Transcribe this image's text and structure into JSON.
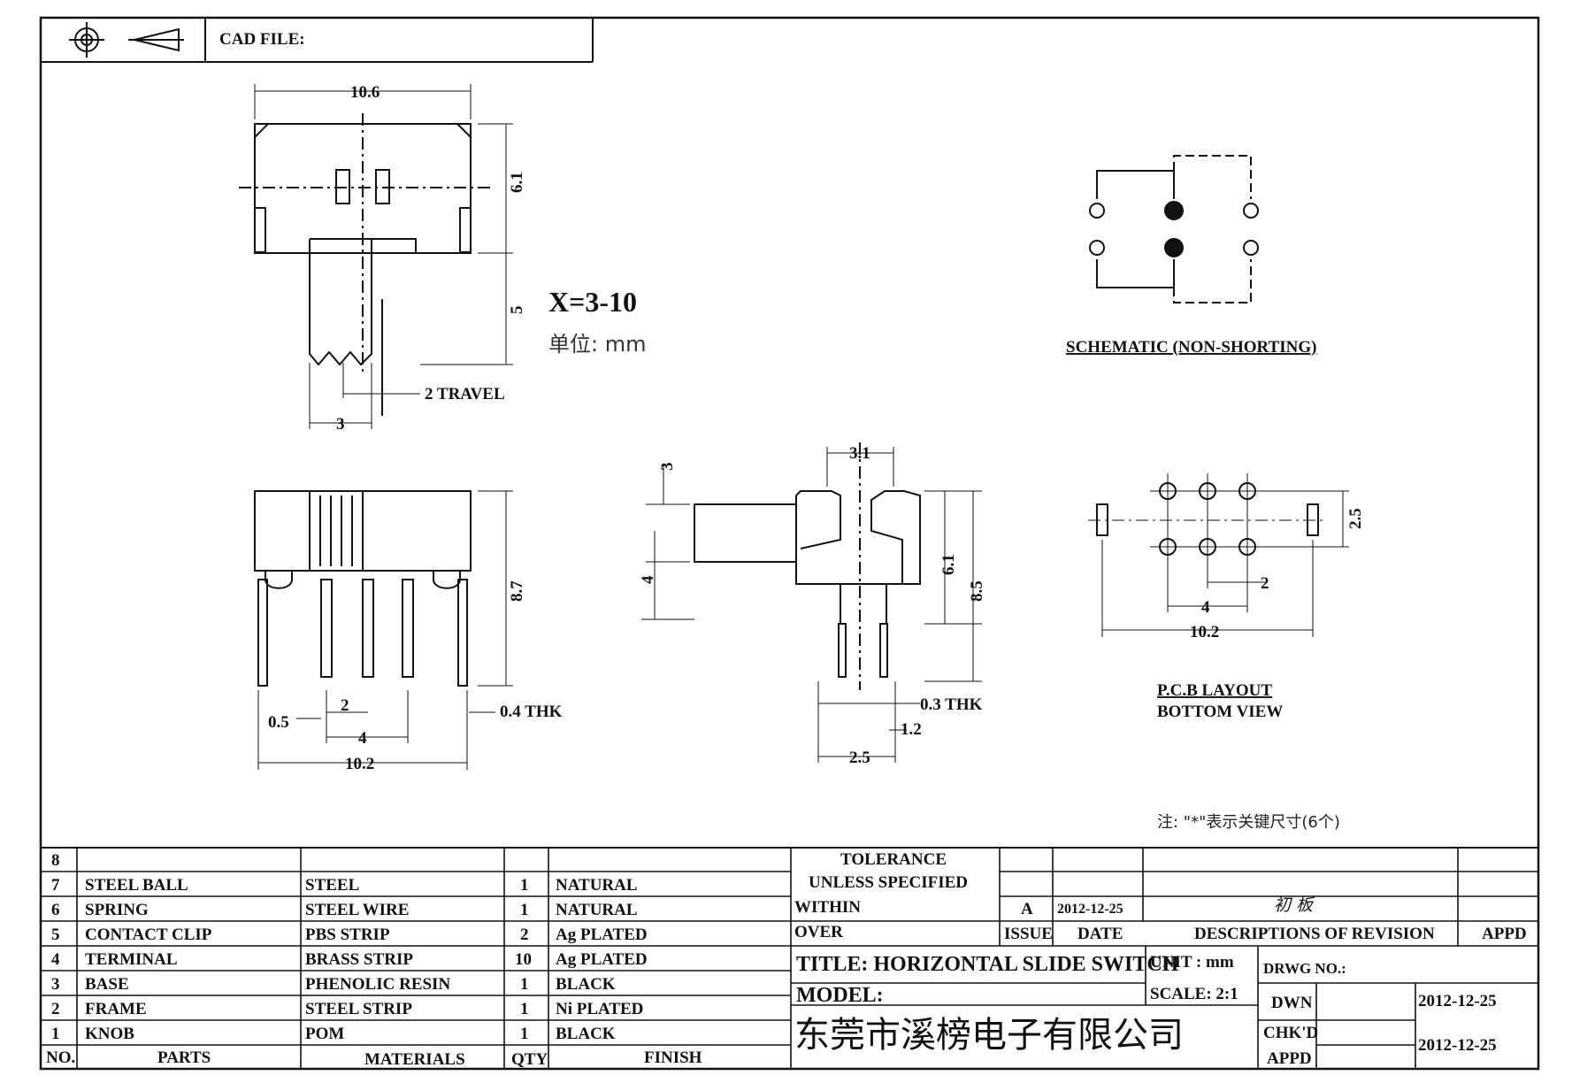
{
  "header": {
    "cad_file_label": "CAD FILE:"
  },
  "drawing": {
    "top_view": {
      "width": "10.6",
      "height": "6.1",
      "lever": "5",
      "travel": "2 TRAVEL",
      "knob_width": "3"
    },
    "variant": "X=3-10",
    "unit_note": "单位: mm",
    "schematic_label": "SCHEMATIC (NON-SHORTING)",
    "front_view": {
      "pitch2": "2",
      "pitch4": "4",
      "pin_width": "0.5",
      "overall": "10.2",
      "height": "8.7",
      "thk": "0.4 THK"
    },
    "side_view": {
      "top": "3.1",
      "knob_h": "3",
      "knob_side": "4",
      "body": "6.1",
      "total": "8.5",
      "thk": "0.3 THK",
      "pin": "1.2",
      "spacing": "2.5"
    },
    "pcb": {
      "pitch_v": "2.5",
      "pitch_2": "2",
      "pitch_4": "4",
      "overall": "10.2",
      "label1": "P.C.B LAYOUT",
      "label2": "BOTTOM VIEW"
    },
    "key_note": "注: \"*\"表示关键尺寸(6个)"
  },
  "bom": {
    "rows": [
      {
        "no": "8",
        "part": "",
        "material": "",
        "qty": "",
        "finish": ""
      },
      {
        "no": "7",
        "part": "STEEL BALL",
        "material": "STEEL",
        "qty": "1",
        "finish": "NATURAL"
      },
      {
        "no": "6",
        "part": "SPRING",
        "material": "STEEL WIRE",
        "qty": "1",
        "finish": "NATURAL"
      },
      {
        "no": "5",
        "part": "CONTACT CLIP",
        "material": "PBS STRIP",
        "qty": "2",
        "finish": "Ag PLATED"
      },
      {
        "no": "4",
        "part": "TERMINAL",
        "material": "BRASS STRIP",
        "qty": "10",
        "finish": "Ag PLATED"
      },
      {
        "no": "3",
        "part": "BASE",
        "material": "PHENOLIC RESIN",
        "qty": "1",
        "finish": "BLACK"
      },
      {
        "no": "2",
        "part": "FRAME",
        "material": "STEEL STRIP",
        "qty": "1",
        "finish": "Ni PLATED"
      },
      {
        "no": "1",
        "part": "KNOB",
        "material": "POM",
        "qty": "1",
        "finish": "BLACK"
      }
    ],
    "headers": {
      "no": "NO.",
      "parts": "PARTS",
      "materials": "MATERIALS",
      "qty": "QTY",
      "finish": "FINISH"
    }
  },
  "title_block": {
    "tolerance1": "TOLERANCE",
    "tolerance2": "UNLESS   SPECIFIED",
    "within": "WITHIN",
    "over": "OVER",
    "rev_letter": "A",
    "rev_date": "2012-12-25",
    "rev_desc": "初 板",
    "issue": "ISSUE",
    "date": "DATE",
    "desc_header": "DESCRIPTIONS OF REVISION",
    "appd_header": "APPD",
    "title": "TITLE: HORIZONTAL SLIDE SWITCH",
    "unit": "UNIT : mm",
    "drwg_no": "DRWG NO.:",
    "model": "MODEL:",
    "scale": "SCALE: 2:1",
    "dwn": "DWN",
    "dwn_date": "2012-12-25",
    "chkd": "CHK'D",
    "appd": "APPD",
    "appd_date": "2012-12-25",
    "company": "东莞市溪榜电子有限公司"
  }
}
